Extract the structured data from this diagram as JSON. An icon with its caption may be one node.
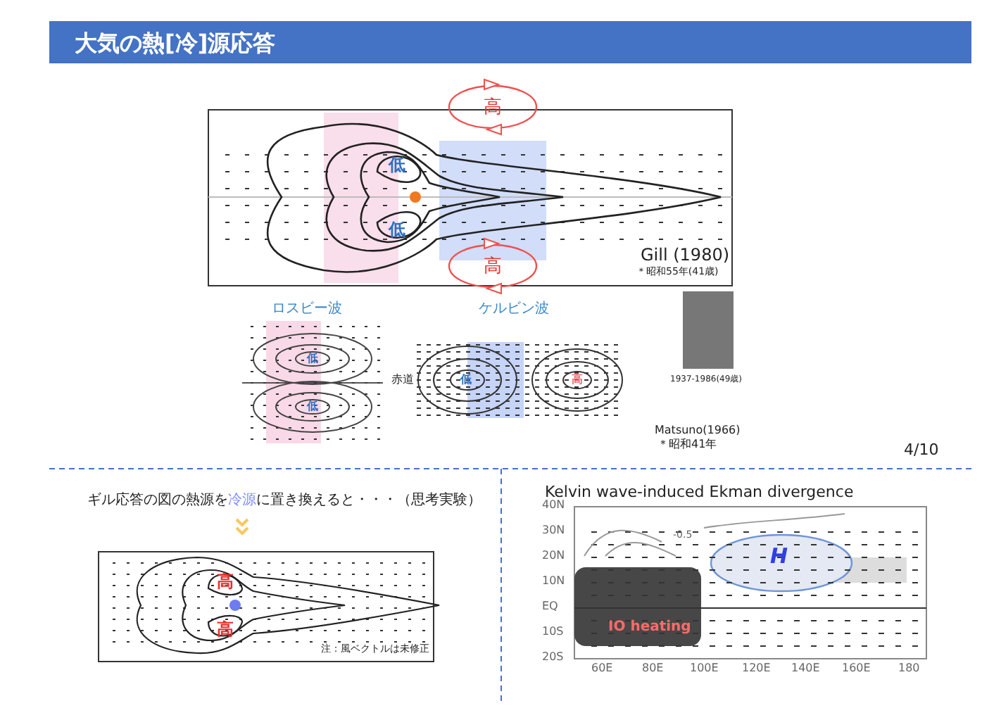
{
  "diagram": {
    "title": "大気の熱[冷]源応答",
    "nodes": [
      {
        "text": [
          "高"
        ]
      },
      {
        "text": [
          "高"
        ]
      }
    ],
    "labels": [
      "低",
      "低",
      "Gill (1980)",
      "＊昭和55年(41歳)",
      "ロスビー波",
      "ケルビン波",
      "低",
      "低",
      "赤道",
      "低",
      "高",
      "1937-1986(49歳)",
      "Matsuno(1966)",
      "＊昭和41年",
      "4/10",
      "ギル応答の図の熱源を**冷源**に置き換えると・・・（思考実験）",
      "高",
      "高",
      "注：風ベクトルは未修正",
      "Kelvin wave-induced Ekman divergence",
      "40N",
      "30N",
      "20N",
      "10N",
      "EQ",
      "10S",
      "20S",
      "60E",
      "80E",
      "100E",
      "120E",
      "140E",
      "160E",
      "180",
      "-0.5",
      "H",
      "IO heating"
    ]
  }
}
